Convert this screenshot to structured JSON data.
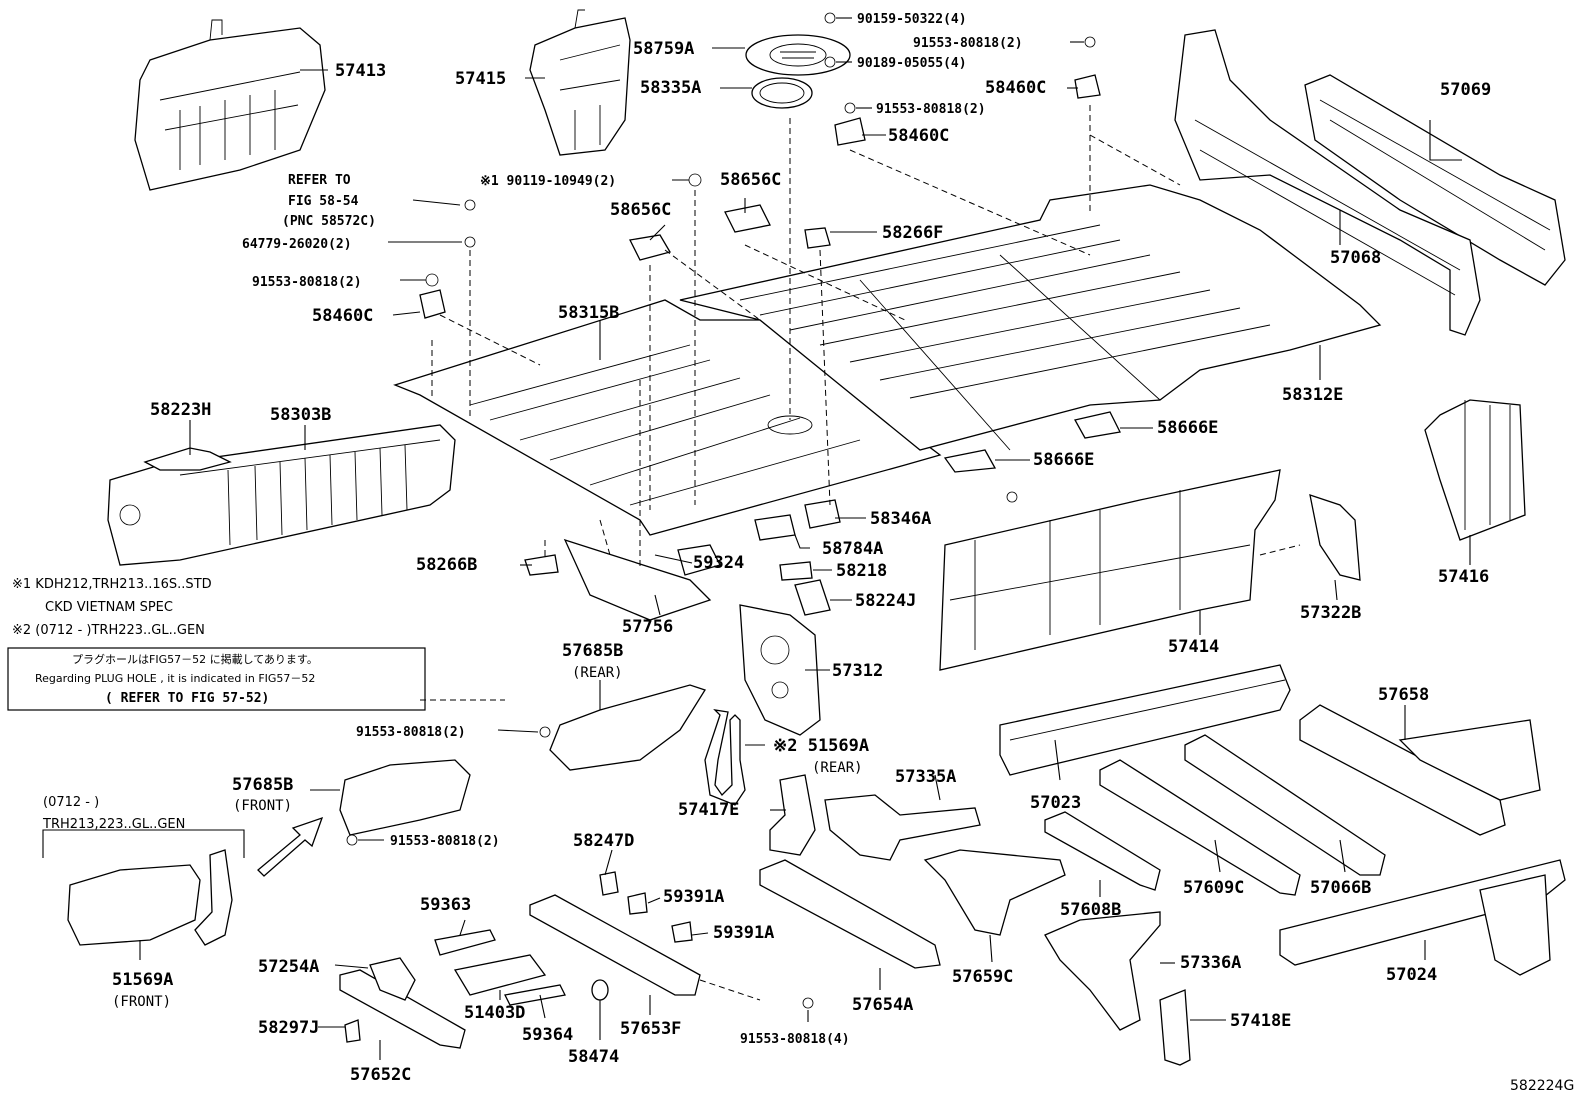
{
  "part_labels": {
    "p57413": "57413",
    "p57415": "57415",
    "p58759A": "58759A",
    "p58335A": "58335A",
    "b9015950322": "90159-50322(4)",
    "b9155380818_top": "91553-80818(2)",
    "b9018905055": "90189-05055(4)",
    "p58460C_a": "58460C",
    "b9155380818_mid": "91553-80818(2)",
    "p58460C_b": "58460C",
    "p57069": "57069",
    "b9011910949": "※1 90119-10949(2)",
    "p58656C_a": "58656C",
    "p58656C_b": "58656C",
    "p58266F": "58266F",
    "p57068": "57068",
    "b6477926020": "64779-26020(2)",
    "b9155380818_left": "91553-80818(2)",
    "p58460C_c": "58460C",
    "p58315B": "58315B",
    "p58312E": "58312E",
    "p58223H": "58223H",
    "p58303B": "58303B",
    "p58666E_a": "58666E",
    "p58666E_b": "58666E",
    "p57416": "57416",
    "p58346A": "58346A",
    "p58784A": "58784A",
    "p58266B": "58266B",
    "p59324": "59324",
    "p58218": "58218",
    "p58224J": "58224J",
    "p57756": "57756",
    "p57322B": "57322B",
    "p57414": "57414",
    "p57685B_rear": "57685B",
    "p57312": "57312",
    "b9155380818_side": "91553-80818(2)",
    "p51569A_rear": "※2 51569A",
    "p57685B_front": "57685B",
    "b9155380818_low": "91553-80818(2)",
    "p57658": "57658",
    "p57023": "57023",
    "p57335A": "57335A",
    "p57417E": "57417E",
    "p58247D": "58247D",
    "p59363": "59363",
    "p59391A_a": "59391A",
    "p59391A_b": "59391A",
    "p57609C": "57609C",
    "p57066B": "57066B",
    "p57608B": "57608B",
    "p57254A": "57254A",
    "p51403D": "51403D",
    "p57659C": "57659C",
    "p57336A": "57336A",
    "p57024": "57024",
    "p51569A_front": "51569A",
    "p58297J": "58297J",
    "p59364": "59364",
    "p58474": "58474",
    "p57653F": "57653F",
    "b9155380818_bottom": "91553-80818(4)",
    "p57654A": "57654A",
    "p57652C": "57652C",
    "p57418E": "57418E"
  },
  "sub_labels": {
    "rear_a": "(REAR)",
    "rear_b": "(REAR)",
    "front_a": "(FRONT)",
    "front_b": "(FRONT)"
  },
  "refer_note": {
    "line1": "REFER TO",
    "line2": "FIG 58-54",
    "line3": "(PNC 58572C)"
  },
  "footnotes": {
    "n1_line1": "※1 KDH212,TRH213..16S..STD",
    "n1_line2": "CKD VIETNAM SPEC",
    "n2_line1": "※2 (0712 -          )TRH223..GL..GEN"
  },
  "plug_box": {
    "jp": "プラグホールはFIG57－52 に掲載してあります。",
    "en": "Regarding PLUG HOLE , it is indicated in FIG57－52",
    "refer": "( REFER TO FIG 57-52)"
  },
  "variant_box": {
    "line1": "(0712 -          )",
    "line2": "TRH213,223..GL..GEN"
  },
  "figure_id": "582224G"
}
